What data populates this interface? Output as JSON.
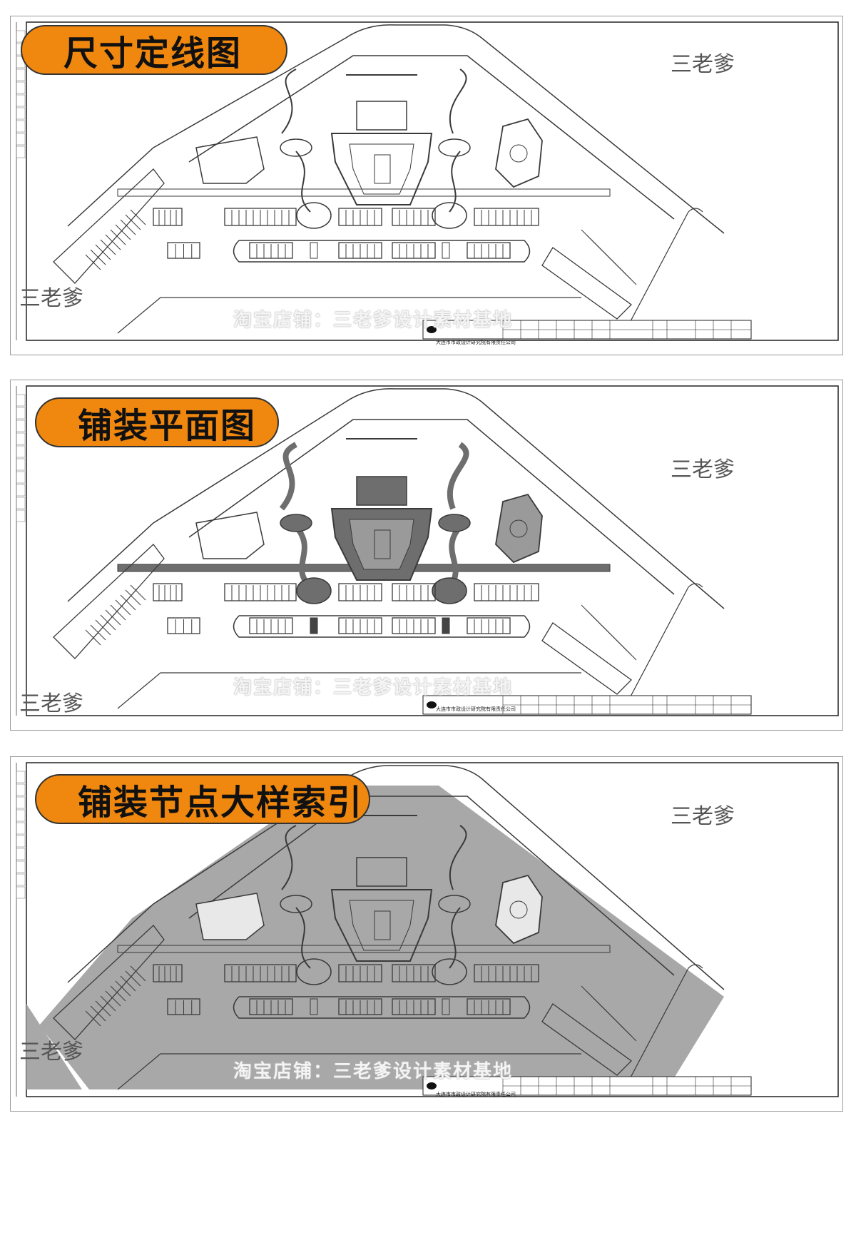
{
  "panels": [
    {
      "title": "尺寸定线图",
      "variant": "outline"
    },
    {
      "title": "铺装平面图",
      "variant": "paving"
    },
    {
      "title": "铺装节点大样索引",
      "variant": "index"
    }
  ],
  "watermarks": {
    "author": "三老爹",
    "shop": "淘宝店铺：三老爹设计素材基地"
  },
  "title_block": {
    "company": "大连市市政设计研究院有限责任公司"
  },
  "colors": {
    "accent": "#f0870f",
    "line": "#3a3a3a",
    "paving_dark": "#6e6e6e",
    "index_fill": "#a8a8a8"
  }
}
